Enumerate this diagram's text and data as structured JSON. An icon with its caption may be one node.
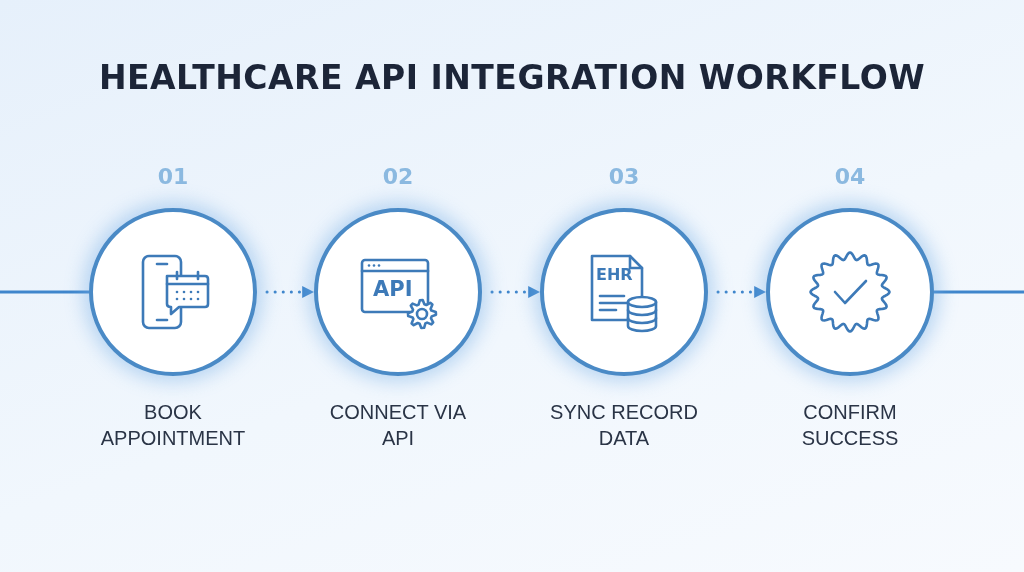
{
  "diagram": {
    "title": "HEALTHCARE API INTEGRATION WORKFLOW",
    "nodes": [
      {
        "text": [],
        "shape": "circle",
        "beside": [
          "01",
          "BOOK APPOINTMENT"
        ]
      },
      {
        "text": [
          "API"
        ],
        "beside": [
          "02",
          "CONNECT VIA API"
        ]
      },
      {
        "text": [
          "EHR"
        ],
        "beside": [
          "03",
          "SYNC RECORD DATA"
        ]
      },
      {
        "text": [],
        "shape": "circle",
        "beside": [
          "04",
          "CONFIRM SUCCESS"
        ]
      }
    ],
    "edges": [
      {
        "from": null,
        "to": 0,
        "arrow": "none"
      },
      {
        "from": 0,
        "to": 1,
        "arrow": "to",
        "style": "dashed"
      },
      {
        "from": 1,
        "to": 2,
        "arrow": "to",
        "style": "dashed"
      },
      {
        "from": 2,
        "to": 3,
        "arrow": "to",
        "style": "dashed"
      },
      {
        "from": 3,
        "to": null,
        "arrow": "none"
      }
    ]
  }
}
